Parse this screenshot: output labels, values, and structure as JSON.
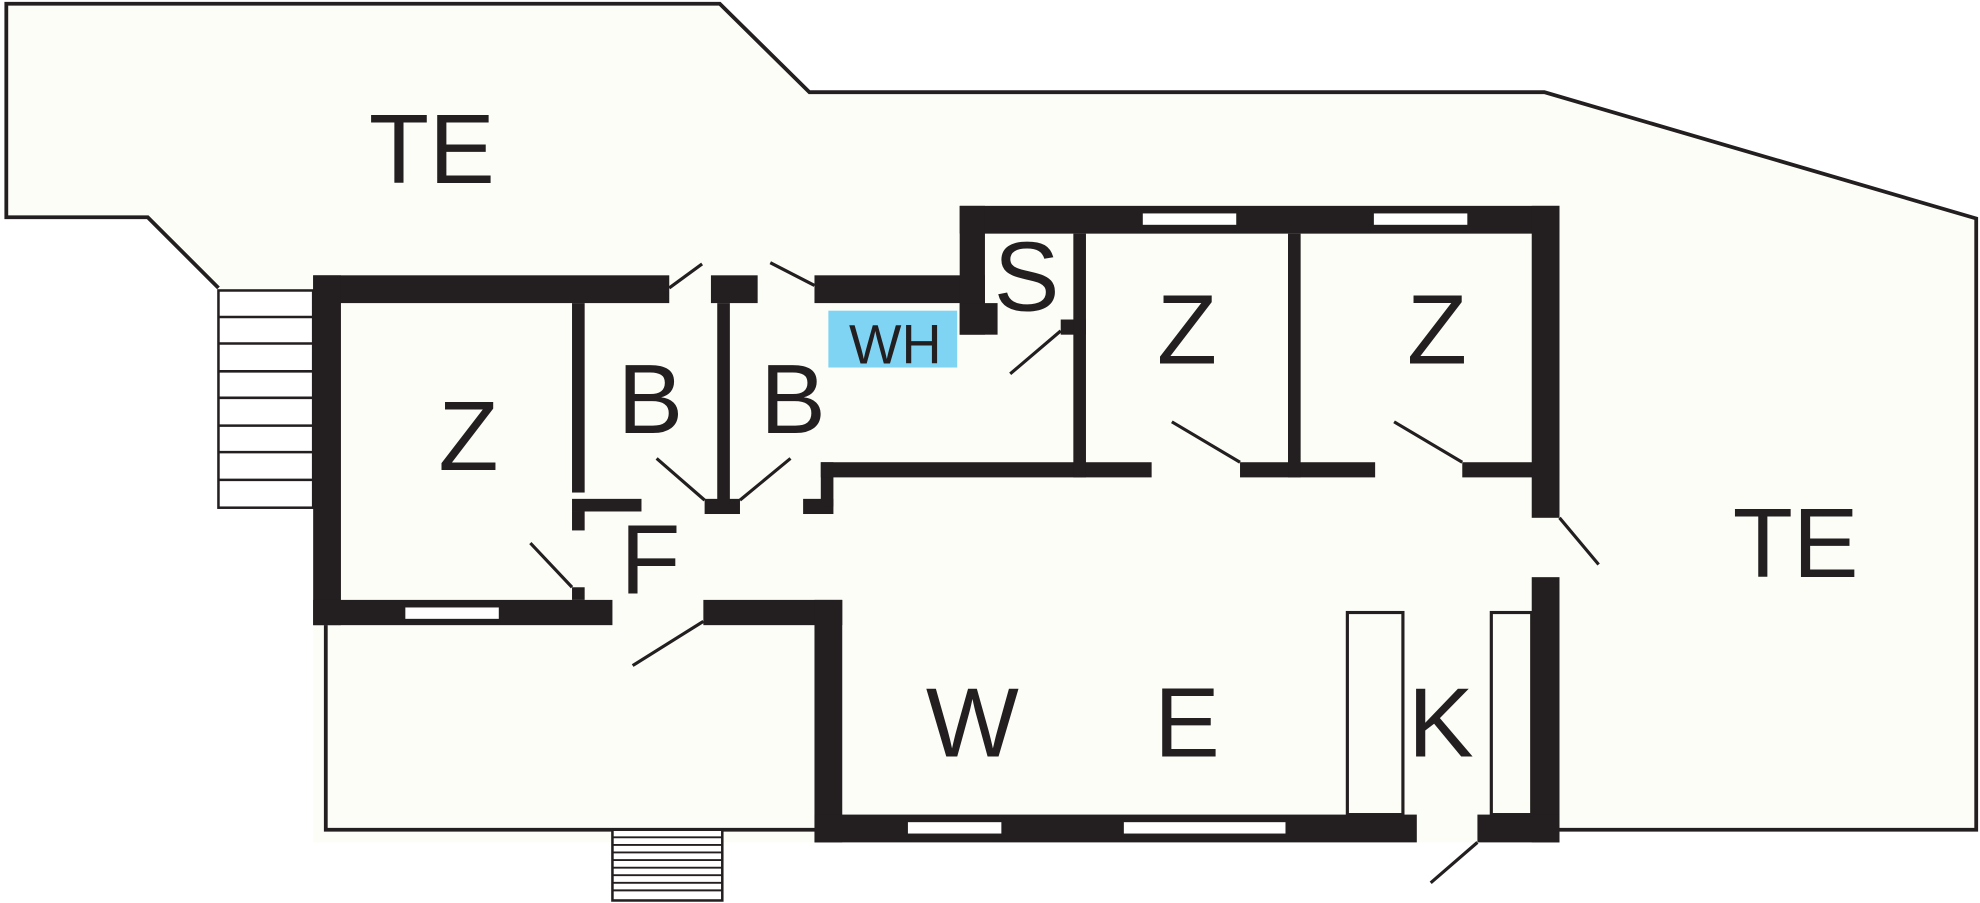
{
  "colors": {
    "floor": "#fdfdf8",
    "wall": "#231f20",
    "highlight": "#7fd4f3"
  },
  "rooms": {
    "terrace_top": "TE",
    "terrace_right": "TE",
    "bedroom_left": "Z",
    "bath_1": "B",
    "bath_2": "B",
    "storage": "S",
    "bedroom_mid": "Z",
    "bedroom_right": "Z",
    "hall": "F",
    "living": "W",
    "dining": "E",
    "kitchen": "K",
    "water_heater": "WH"
  }
}
